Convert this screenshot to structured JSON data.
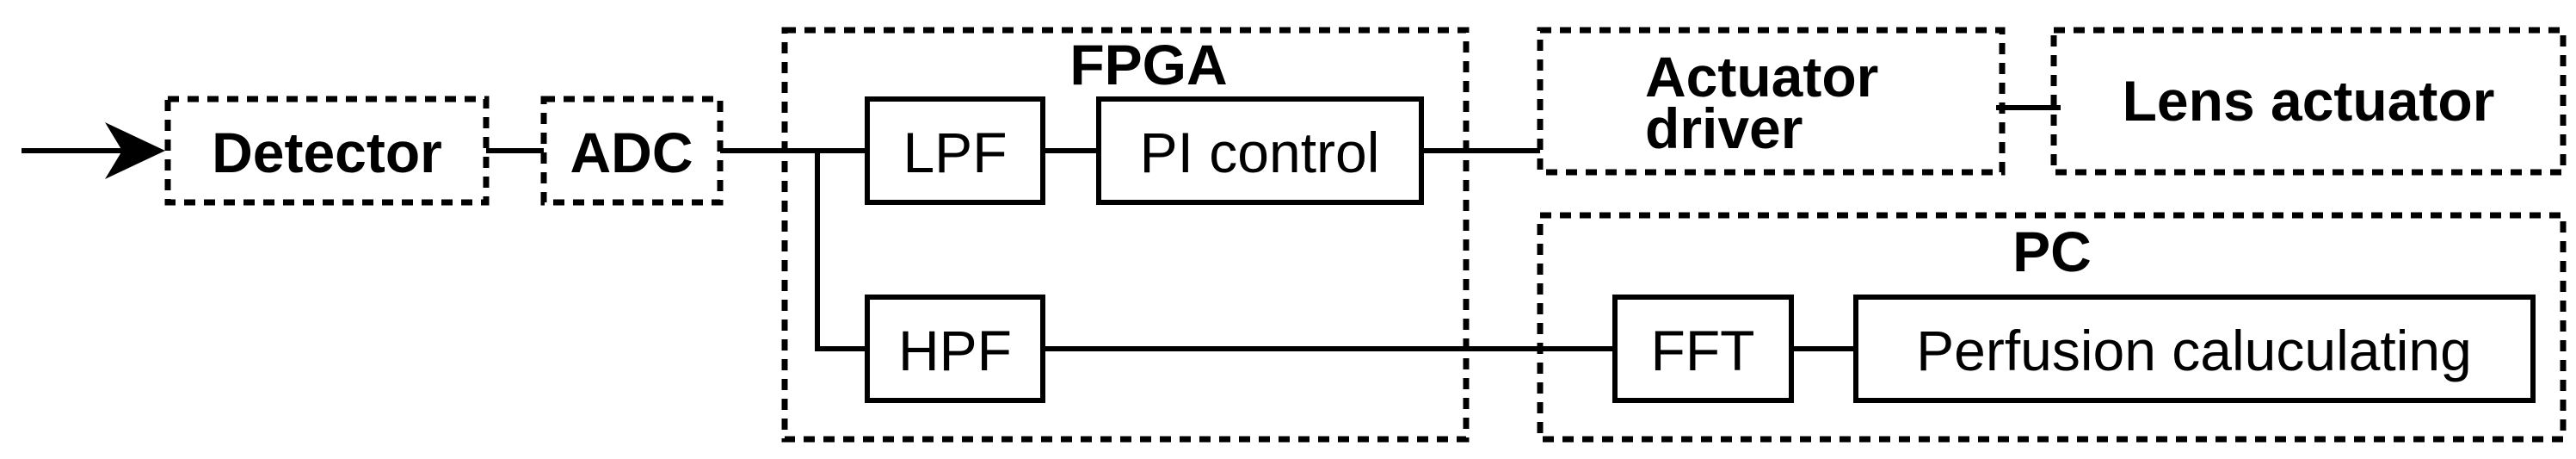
{
  "diagram": {
    "blocks": {
      "detector": "Detector",
      "adc": "ADC",
      "fpga": "FPGA",
      "lpf": "LPF",
      "pi_control": "PI control",
      "hpf": "HPF",
      "actuator_driver_line1": "Actuator",
      "actuator_driver_line2": "driver",
      "lens_actuator": "Lens actuator",
      "pc": "PC",
      "fft": "FFT",
      "perfusion": "Perfusion caluculating"
    }
  }
}
